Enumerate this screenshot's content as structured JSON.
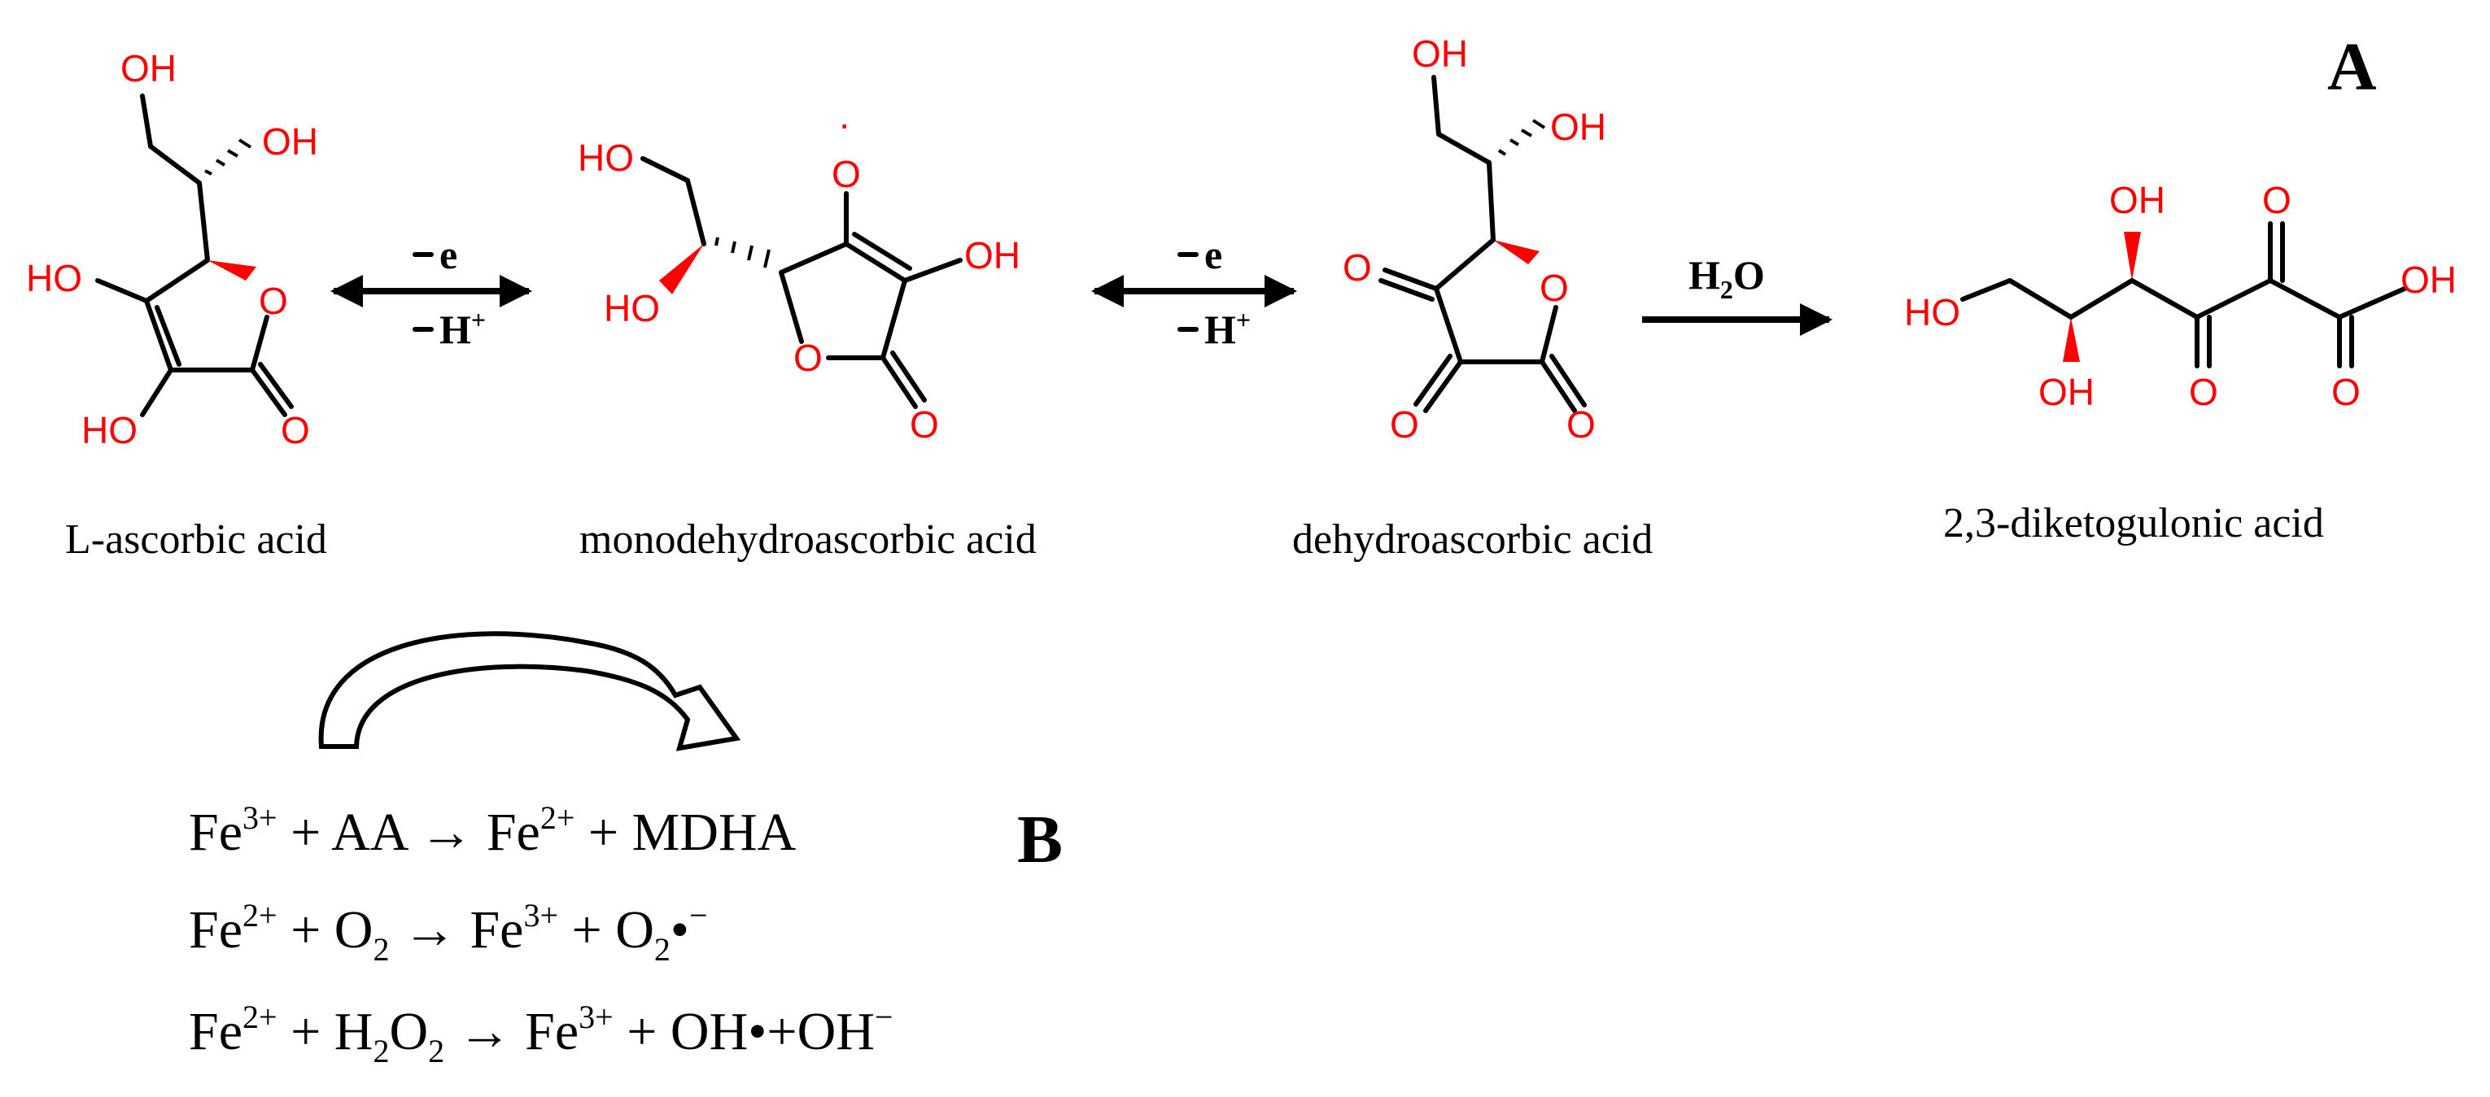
{
  "panels": {
    "a": "A",
    "b": "B"
  },
  "molecules": [
    {
      "name": "L-ascorbic acid",
      "atoms": {
        "oh_top": "OH",
        "oh_side": "OH",
        "ho_left": "HO",
        "o_ring": "O",
        "ho_bottom": "HO",
        "o_carbonyl": "O"
      }
    },
    {
      "name": "monodehydroascorbic acid",
      "atoms": {
        "o_radical": "O",
        "radical_dot": "·",
        "ho_top": "HO",
        "oh_right": "OH",
        "ho_side": "HO",
        "o_ring": "O",
        "o_carbonyl": "O"
      }
    },
    {
      "name": "dehydroascorbic acid",
      "atoms": {
        "oh_top": "OH",
        "oh_side": "OH",
        "o_left": "O",
        "o_ring": "O",
        "o_bottom_left": "O",
        "o_bottom_right": "O"
      }
    },
    {
      "name": "2,3-diketogulonic acid",
      "atoms": {
        "ho_left": "HO",
        "oh_bottom": "OH",
        "oh_top": "OH",
        "o_keto_bottom": "O",
        "o_keto_top": "O",
        "oh_acid": "OH",
        "o_acid": "O"
      }
    }
  ],
  "arrows": [
    {
      "top_label": "e",
      "bottom_label": "H",
      "bottom_sup": "+"
    },
    {
      "top_label": "e",
      "bottom_label": "H",
      "bottom_sup": "+"
    },
    {
      "label": "H",
      "label_sub": "2",
      "label_end": "O"
    }
  ],
  "equations": [
    {
      "parts": [
        "Fe",
        "3+",
        " + AA ",
        "→",
        " Fe",
        "2+",
        " + MDHA"
      ]
    },
    {
      "parts": [
        "Fe",
        "2+",
        " + O",
        "2",
        " ",
        "→",
        " Fe",
        "3+",
        " + O",
        "2",
        "•",
        "−"
      ]
    },
    {
      "parts": [
        "Fe",
        "2+",
        " + H",
        "2",
        "O",
        "2",
        " ",
        "→",
        " Fe",
        "3+",
        " + OH•+OH",
        "−"
      ]
    }
  ],
  "colors": {
    "heteroatom": "#ff0000",
    "bond": "#000000",
    "text": "#000000"
  }
}
